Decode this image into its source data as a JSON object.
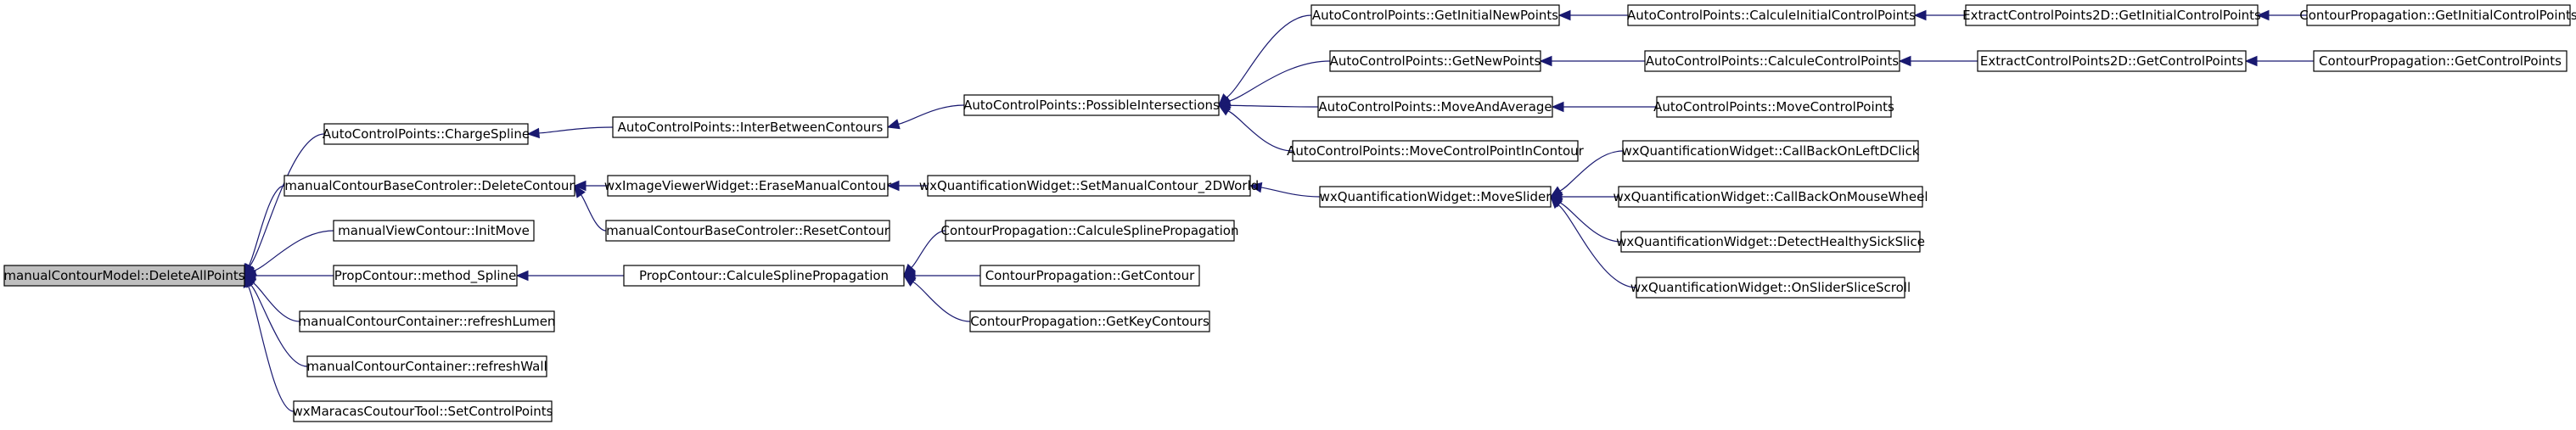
{
  "nodes": [
    {
      "id": "n0",
      "label": "manualContourModel::DeleteAllPoints",
      "root": true
    },
    {
      "id": "n1",
      "label": "AutoControlPoints::ChargeSpline"
    },
    {
      "id": "n2",
      "label": "AutoControlPoints::InterBetweenContours"
    },
    {
      "id": "n3",
      "label": "AutoControlPoints::PossibleIntersections"
    },
    {
      "id": "n4",
      "label": "AutoControlPoints::GetInitialNewPoints"
    },
    {
      "id": "n5",
      "label": "AutoControlPoints::CalculeInitialControlPoints"
    },
    {
      "id": "n6",
      "label": "ExtractControlPoints2D::GetInitialControlPoints"
    },
    {
      "id": "n7",
      "label": "ContourPropagation::GetInitialControlPoints"
    },
    {
      "id": "n8",
      "label": "AutoControlPoints::GetNewPoints"
    },
    {
      "id": "n9",
      "label": "AutoControlPoints::CalculeControlPoints"
    },
    {
      "id": "n10",
      "label": "ExtractControlPoints2D::GetControlPoints"
    },
    {
      "id": "n11",
      "label": "ContourPropagation::GetControlPoints"
    },
    {
      "id": "n12",
      "label": "AutoControlPoints::MoveAndAverage"
    },
    {
      "id": "n13",
      "label": "AutoControlPoints::MoveControlPoints"
    },
    {
      "id": "n14",
      "label": "AutoControlPoints::MoveControlPointInContour"
    },
    {
      "id": "n15",
      "label": "manualContourBaseControler::DeleteContour"
    },
    {
      "id": "n16",
      "label": "wxImageViewerWidget::EraseManualContour"
    },
    {
      "id": "n17",
      "label": "wxQuantificationWidget::SetManualContour_2DWorld"
    },
    {
      "id": "n18",
      "label": "wxQuantificationWidget::MoveSlider"
    },
    {
      "id": "n19",
      "label": "wxQuantificationWidget::CallBackOnLeftDClick"
    },
    {
      "id": "n20",
      "label": "wxQuantificationWidget::CallBackOnMouseWheel"
    },
    {
      "id": "n21",
      "label": "wxQuantificationWidget::DetectHealthySickSlice"
    },
    {
      "id": "n22",
      "label": "wxQuantificationWidget::OnSliderSliceScroll"
    },
    {
      "id": "n23",
      "label": "manualContourBaseControler::ResetContour"
    },
    {
      "id": "n24",
      "label": "manualViewContour::InitMove"
    },
    {
      "id": "n25",
      "label": "PropContour::method_Spline"
    },
    {
      "id": "n26",
      "label": "PropContour::CalculeSplinePropagation"
    },
    {
      "id": "n27",
      "label": "ContourPropagation::CalculeSplinePropagation"
    },
    {
      "id": "n28",
      "label": "ContourPropagation::GetContour"
    },
    {
      "id": "n29",
      "label": "ContourPropagation::GetKeyContours"
    },
    {
      "id": "n30",
      "label": "manualContourContainer::refreshLumen"
    },
    {
      "id": "n31",
      "label": "manualContourContainer::refreshWall"
    },
    {
      "id": "n32",
      "label": "wxMaracasCoutourTool::SetControlPoints"
    }
  ],
  "edges": [
    [
      "n1",
      "n0"
    ],
    [
      "n15",
      "n0"
    ],
    [
      "n24",
      "n0"
    ],
    [
      "n25",
      "n0"
    ],
    [
      "n30",
      "n0"
    ],
    [
      "n31",
      "n0"
    ],
    [
      "n32",
      "n0"
    ],
    [
      "n2",
      "n1"
    ],
    [
      "n3",
      "n2"
    ],
    [
      "n4",
      "n3"
    ],
    [
      "n8",
      "n3"
    ],
    [
      "n12",
      "n3"
    ],
    [
      "n14",
      "n3"
    ],
    [
      "n5",
      "n4"
    ],
    [
      "n6",
      "n5"
    ],
    [
      "n7",
      "n6"
    ],
    [
      "n9",
      "n8"
    ],
    [
      "n10",
      "n9"
    ],
    [
      "n11",
      "n10"
    ],
    [
      "n13",
      "n12"
    ],
    [
      "n16",
      "n15"
    ],
    [
      "n23",
      "n15"
    ],
    [
      "n17",
      "n16"
    ],
    [
      "n18",
      "n17"
    ],
    [
      "n19",
      "n18"
    ],
    [
      "n20",
      "n18"
    ],
    [
      "n21",
      "n18"
    ],
    [
      "n22",
      "n18"
    ],
    [
      "n26",
      "n25"
    ],
    [
      "n27",
      "n26"
    ],
    [
      "n28",
      "n26"
    ],
    [
      "n29",
      "n26"
    ]
  ],
  "colors": {
    "edge": "#191970",
    "root_fill": "#bfbfbf",
    "node_fill": "#ffffff",
    "node_stroke": "#000000"
  }
}
